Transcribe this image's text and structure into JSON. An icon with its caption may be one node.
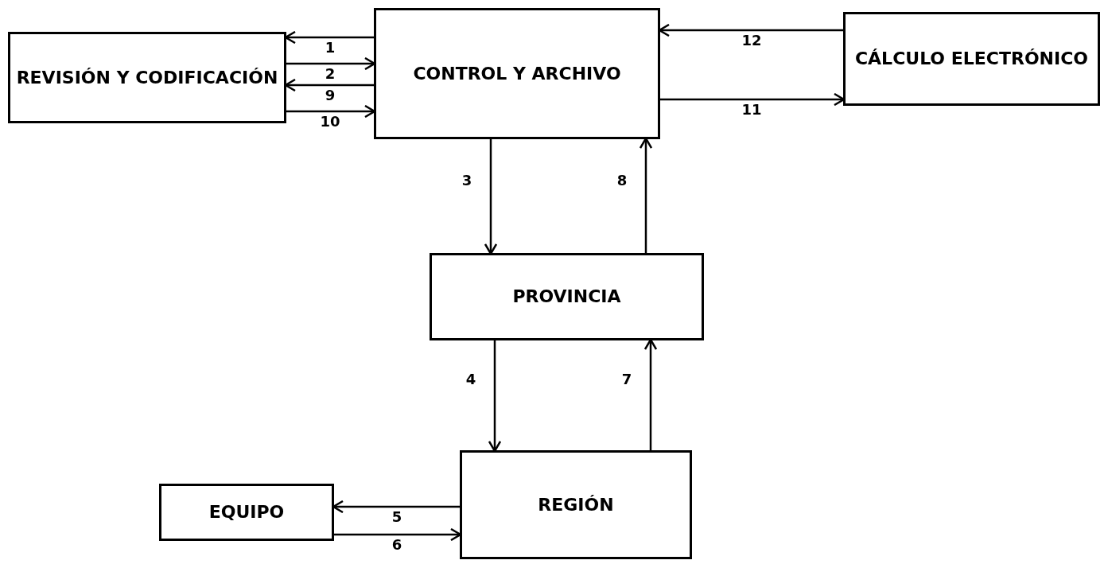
{
  "diagram": {
    "nodes": [
      {
        "text": [
          "REVISIÓN Y CODIFICACIÓN"
        ]
      },
      {
        "text": [
          "CONTROL Y ARCHIVO"
        ]
      },
      {
        "text": [
          "CÁLCULO ELECTRÓNICO"
        ]
      },
      {
        "text": [
          "PROVINCIA"
        ]
      },
      {
        "text": [
          "REGIÓN"
        ]
      },
      {
        "text": [
          "EQUIPO"
        ]
      }
    ],
    "edges": [
      {
        "from": 1,
        "to": 0,
        "arrow": "to",
        "label": "1"
      },
      {
        "from": 0,
        "to": 1,
        "arrow": "to",
        "label": "2"
      },
      {
        "from": 1,
        "to": 0,
        "arrow": "to",
        "label": "9"
      },
      {
        "from": 0,
        "to": 1,
        "arrow": "to",
        "label": "10"
      },
      {
        "from": 2,
        "to": 1,
        "arrow": "to",
        "label": "12"
      },
      {
        "from": 1,
        "to": 2,
        "arrow": "to",
        "label": "11"
      },
      {
        "from": 1,
        "to": 3,
        "arrow": "to",
        "label": "3"
      },
      {
        "from": 3,
        "to": 1,
        "arrow": "to",
        "label": "8"
      },
      {
        "from": 3,
        "to": 4,
        "arrow": "to",
        "label": "4"
      },
      {
        "from": 4,
        "to": 3,
        "arrow": "to",
        "label": "7"
      },
      {
        "from": 4,
        "to": 5,
        "arrow": "to",
        "label": "5"
      },
      {
        "from": 5,
        "to": 4,
        "arrow": "to",
        "label": "6"
      }
    ]
  }
}
